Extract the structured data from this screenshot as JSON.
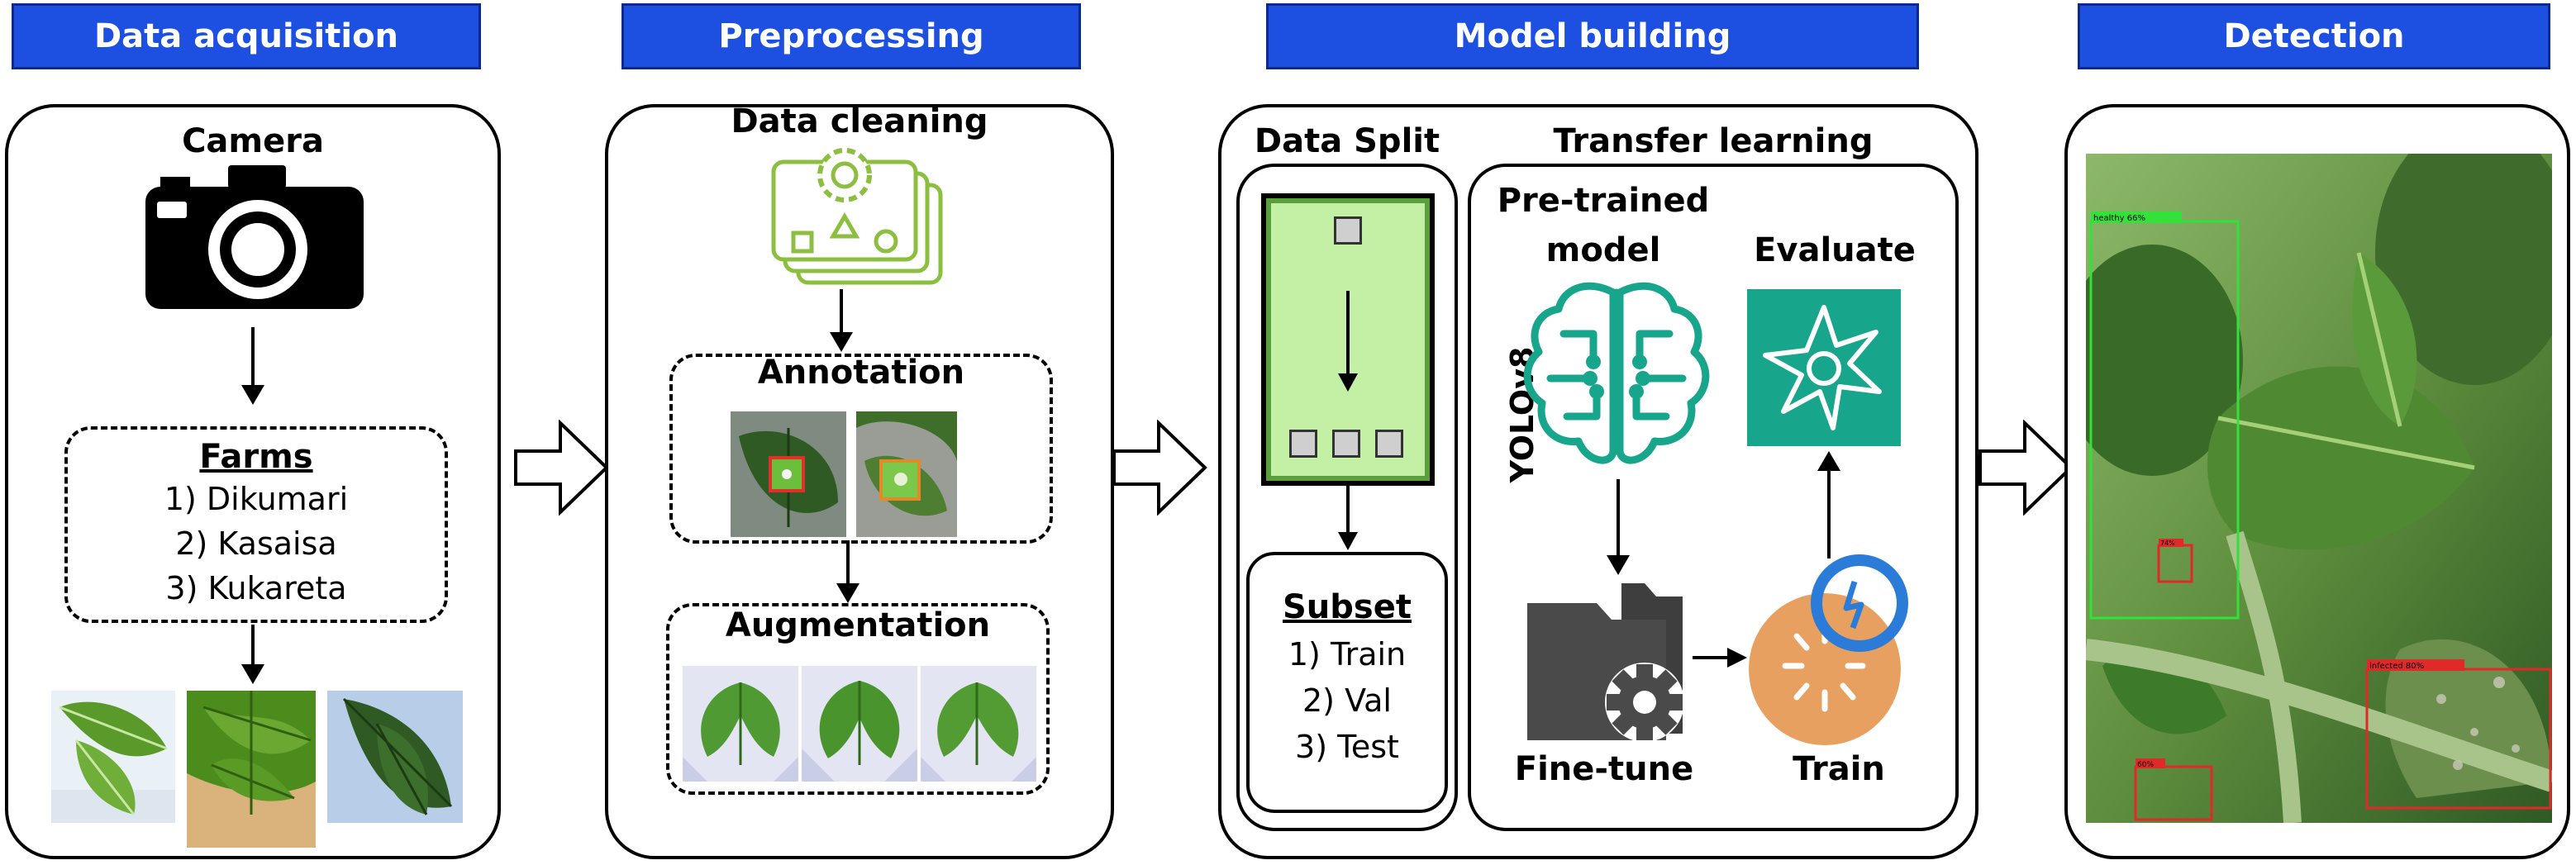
{
  "headers": {
    "acquisition": "Data acquisition",
    "preprocessing": "Preprocessing",
    "model_building": "Model building",
    "detection": "Detection"
  },
  "acquisition": {
    "camera_label": "Camera",
    "farms_title": "Farms",
    "farms": [
      "1) Dikumari",
      "2) Kasaisa",
      "3) Kukareta"
    ]
  },
  "preprocessing": {
    "cleaning_label": "Data cleaning",
    "annotation_label": "Annotation",
    "augmentation_label": "Augmentation"
  },
  "model_building": {
    "split_label": "Data Split",
    "transfer_label": "Transfer learning",
    "pretrained_label": [
      "Pre-trained",
      "model"
    ],
    "yolo_label": "YOLOv8",
    "evaluate_label": "Evaluate",
    "finetune_label": "Fine-tune",
    "train_label": "Train",
    "subset_title": "Subset",
    "subsets": [
      "1) Train",
      "2) Val",
      "3) Test"
    ]
  },
  "detection": {
    "boxes": [
      "healthy 66%",
      "74%",
      "infected 80%",
      "60%"
    ]
  },
  "colors": {
    "header_blue": "#1d4fe0",
    "cleaning_green": "#8cbf3f",
    "split_green": "#c3f0a4",
    "teal": "#17a68c",
    "train_orange": "#e8a060",
    "folder_gray": "#4a4a4a",
    "ring_blue": "#2b7bd8"
  }
}
